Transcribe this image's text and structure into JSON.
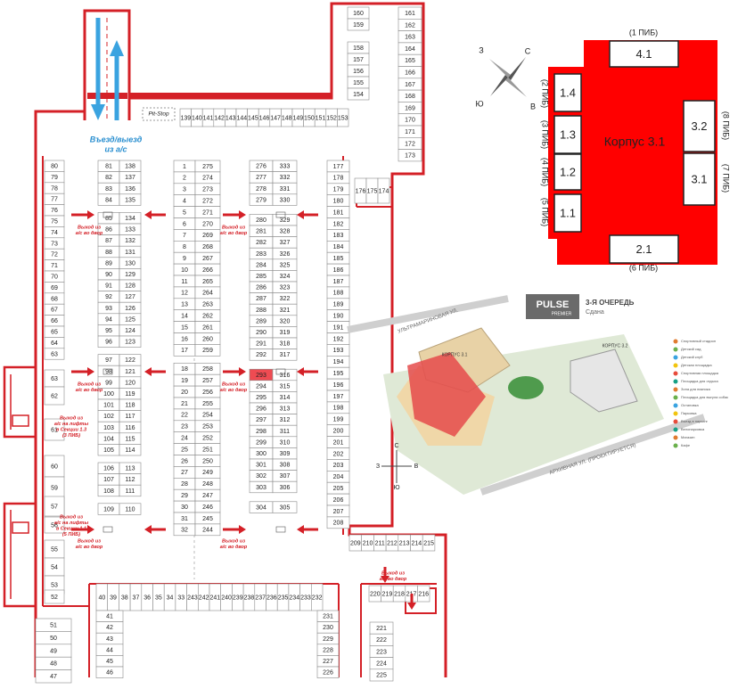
{
  "colors": {
    "wall": "#d42027",
    "highlight": "#ef4b52",
    "arrow": "#d42027",
    "entry_arrow": "#3aa3e0",
    "entry_text": "#2a8fd0",
    "building_fill": "#ff0000",
    "label_text": "#222222"
  },
  "entry_label": [
    "Въезд/выезд",
    "из а/с"
  ],
  "pit_stop": "Pit-Stop",
  "exit_yard": [
    "Выход из",
    "а/с во двор"
  ],
  "exit_lift_13": [
    "Выход из",
    "а/с на лифты",
    "в Секции 1.3",
    "(3 ПИБ)"
  ],
  "exit_lift_11": [
    "Выход из",
    "а/с на лифты",
    "в Секции 1.1",
    "(5 ПИБ)"
  ],
  "highlight_space": "293",
  "spaces": {
    "left_wall": [
      "80",
      "79",
      "78",
      "77",
      "76",
      "75",
      "74",
      "73",
      "72",
      "71",
      "70",
      "69",
      "68",
      "67",
      "66",
      "65",
      "64",
      "63",
      "62",
      "61",
      "60",
      "59",
      "58",
      "57",
      "56",
      "55",
      "54",
      "53",
      "52"
    ],
    "bottom_left_wall": [
      "51",
      "50",
      "49",
      "48",
      "47"
    ],
    "col1a": [
      "81",
      "82",
      "83",
      "84",
      "85",
      "86",
      "87",
      "88",
      "89",
      "90",
      "91",
      "92",
      "93",
      "94",
      "95",
      "96",
      "97",
      "98",
      "99",
      "100",
      "101",
      "102",
      "103",
      "104",
      "105",
      "106",
      "107",
      "108",
      "109"
    ],
    "col1b": [
      "138",
      "137",
      "136",
      "135",
      "134",
      "133",
      "132",
      "131",
      "130",
      "129",
      "128",
      "127",
      "126",
      "125",
      "124",
      "123",
      "122",
      "121",
      "120",
      "119",
      "118",
      "117",
      "116",
      "115",
      "114",
      "113",
      "112",
      "111",
      "110"
    ],
    "col2a": [
      "1",
      "2",
      "3",
      "4",
      "5",
      "6",
      "7",
      "8",
      "9",
      "10",
      "11",
      "12",
      "13",
      "14",
      "15",
      "16",
      "17",
      "18",
      "19",
      "20",
      "21",
      "22",
      "23",
      "24",
      "25",
      "26",
      "27",
      "28",
      "29",
      "30",
      "31",
      "32"
    ],
    "col2b": [
      "275",
      "274",
      "273",
      "272",
      "271",
      "270",
      "269",
      "268",
      "267",
      "266",
      "265",
      "264",
      "263",
      "262",
      "261",
      "260",
      "259",
      "258",
      "257",
      "256",
      "255",
      "254",
      "253",
      "252",
      "251",
      "250",
      "249",
      "248",
      "247",
      "246",
      "245",
      "244"
    ],
    "col3a": [
      "276",
      "277",
      "278",
      "279",
      "280",
      "281",
      "282",
      "283",
      "284",
      "285",
      "286",
      "287",
      "288",
      "289",
      "290",
      "291",
      "292",
      "293",
      "294",
      "295",
      "296",
      "297",
      "298",
      "299",
      "300",
      "301",
      "302",
      "303",
      "304"
    ],
    "col3b": [
      "333",
      "332",
      "331",
      "330",
      "329",
      "328",
      "327",
      "326",
      "325",
      "324",
      "323",
      "322",
      "321",
      "320",
      "319",
      "318",
      "317",
      "316",
      "315",
      "314",
      "313",
      "312",
      "311",
      "310",
      "309",
      "308",
      "307",
      "306",
      "305"
    ],
    "col4": [
      "177",
      "178",
      "179",
      "180",
      "181",
      "182",
      "183",
      "184",
      "185",
      "186",
      "187",
      "188",
      "189",
      "190",
      "191",
      "192",
      "193",
      "194",
      "195",
      "196",
      "197",
      "198",
      "199",
      "200",
      "201",
      "202",
      "203",
      "204",
      "205",
      "206",
      "207",
      "208"
    ],
    "top_right_a": [
      "160",
      "159",
      "158",
      "157",
      "156",
      "155",
      "154"
    ],
    "top_right_b": [
      "161",
      "162",
      "163",
      "164",
      "165",
      "166",
      "167",
      "168",
      "169",
      "170",
      "171",
      "172",
      "173"
    ],
    "top_row": [
      "139",
      "140",
      "141",
      "142",
      "143",
      "144",
      "145",
      "146",
      "147",
      "148",
      "149",
      "150",
      "151",
      "152",
      "153"
    ],
    "mid_small": [
      "176",
      "175",
      "174"
    ],
    "bottom_row": [
      "40",
      "39",
      "38",
      "37",
      "36",
      "35",
      "34",
      "33",
      "243",
      "242",
      "241",
      "240",
      "239",
      "238",
      "237",
      "236",
      "235",
      "234",
      "233",
      "232"
    ],
    "bottom_col_a": [
      "41",
      "42",
      "43",
      "44",
      "45",
      "46"
    ],
    "bottom_col_b": [
      "231",
      "230",
      "229",
      "228",
      "227",
      "226"
    ],
    "right_row": [
      "209",
      "210",
      "211",
      "212",
      "213",
      "214",
      "215"
    ],
    "right_row2": [
      "220",
      "219",
      "218",
      "217",
      "216"
    ],
    "right_col": [
      "221",
      "222",
      "223",
      "224",
      "225"
    ]
  },
  "building": {
    "title": "Корпус 3.1",
    "sections": [
      "4.1",
      "1.4",
      "1.3",
      "1.2",
      "1.1",
      "3.2",
      "3.1",
      "2.1"
    ],
    "pib": [
      "(1 ПИБ)",
      "(2 ПИБ)",
      "(3 ПИБ)",
      "(4 ПИБ)",
      "(5 ПИБ)",
      "(8 ПИБ)",
      "(7 ПИБ)",
      "(6 ПИБ)"
    ],
    "compass": [
      "С",
      "Ю",
      "З",
      "В"
    ]
  },
  "site": {
    "logo": "PULSE",
    "logo_sub": "PREMIER",
    "stage": "3-Я ОЧЕРЕДЬ",
    "stage_sub": "Сдана",
    "street1": "УЛЬТРАМАРИНОВАЯ УЛ.",
    "street2": "АРХИВНАЯ УЛ. (ПРОЕКТИРУЕТСЯ)",
    "korpus31": "КОРПУС 3.1",
    "korpus32": "КОРПУС 3.2",
    "compass": [
      "С",
      "Ю",
      "З",
      "В"
    ],
    "legend": [
      "Спортивный стадион",
      "Детский сад",
      "Детский клуб",
      "Детская площадка",
      "Спортивная площадка",
      "Площадка для отдыха",
      "Зона для пикника",
      "Площадка для выгула собак",
      "Остановка",
      "Парковка",
      "Въезд в паркинг",
      "Велопарковка",
      "Магазин",
      "Кафе"
    ]
  }
}
